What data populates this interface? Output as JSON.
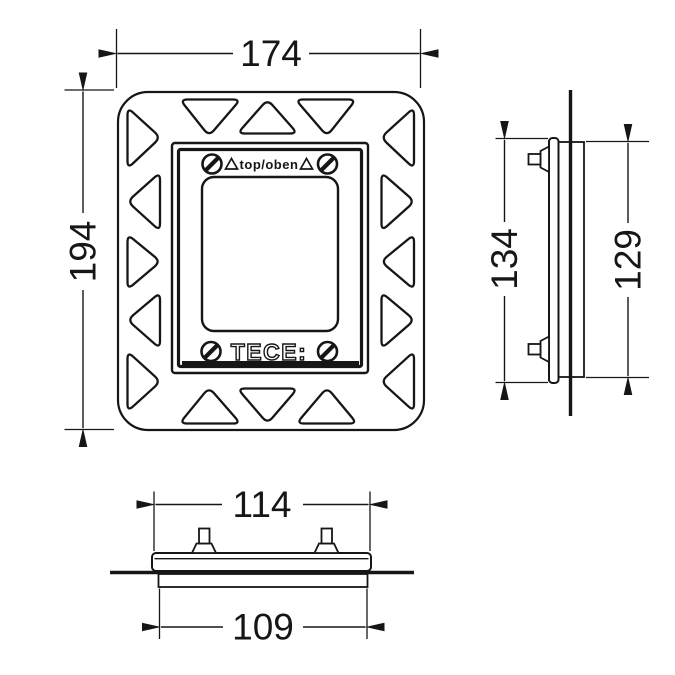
{
  "drawing": {
    "brand_logo": "TECE:",
    "orientation_label": "top/oben",
    "dimensions": {
      "front_width": "174",
      "front_height": "194",
      "side_outer_height": "134",
      "side_inner_height": "129",
      "bottom_outer_width": "114",
      "bottom_inner_width": "109"
    },
    "icons": {
      "screw": "slotted-screw-head",
      "orientation_marker": "triangle-up"
    },
    "colors": {
      "line": "#161616",
      "background": "#ffffff"
    }
  }
}
